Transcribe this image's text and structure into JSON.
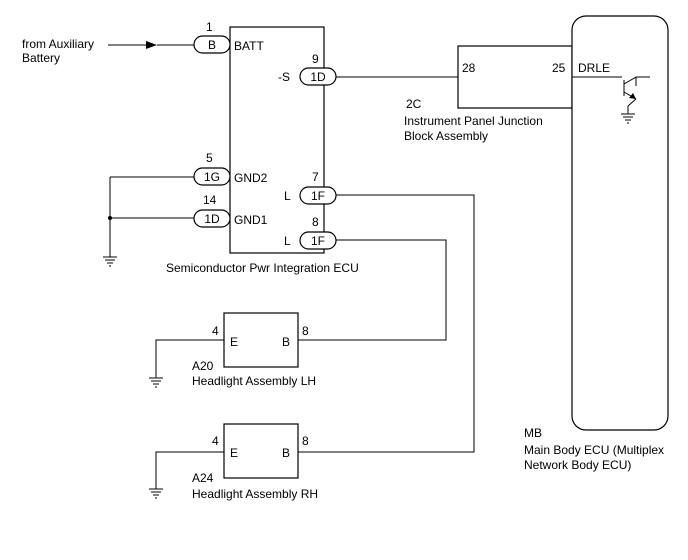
{
  "source": {
    "label_line1": "from Auxiliary",
    "label_line2": "Battery"
  },
  "ecu_spi": {
    "name": "Semiconductor Pwr Integration ECU",
    "pins": [
      {
        "num": "1",
        "conn": "B",
        "label": "BATT"
      },
      {
        "num": "9",
        "conn": "1D",
        "label": "-S"
      },
      {
        "num": "5",
        "conn": "1G",
        "label": "GND2"
      },
      {
        "num": "14",
        "conn": "1D",
        "label": "GND1"
      },
      {
        "num": "7",
        "conn": "1F",
        "label": "L"
      },
      {
        "num": "8",
        "conn": "1F",
        "label": "L"
      }
    ]
  },
  "junction": {
    "code": "2C",
    "name_line1": "Instrument Panel Junction",
    "name_line2": "Block Assembly",
    "pin_in": "28",
    "pin_out": "25"
  },
  "main_ecu": {
    "code": "MB",
    "name_line1": "Main Body ECU (Multiplex",
    "name_line2": "Network Body ECU)",
    "pin_label": "DRLE"
  },
  "headlight_lh": {
    "code": "A20",
    "name": "Headlight Assembly LH",
    "pin_e_num": "4",
    "pin_e": "E",
    "pin_b_num": "8",
    "pin_b": "B"
  },
  "headlight_rh": {
    "code": "A24",
    "name": "Headlight Assembly RH",
    "pin_e_num": "4",
    "pin_e": "E",
    "pin_b_num": "8",
    "pin_b": "B"
  }
}
